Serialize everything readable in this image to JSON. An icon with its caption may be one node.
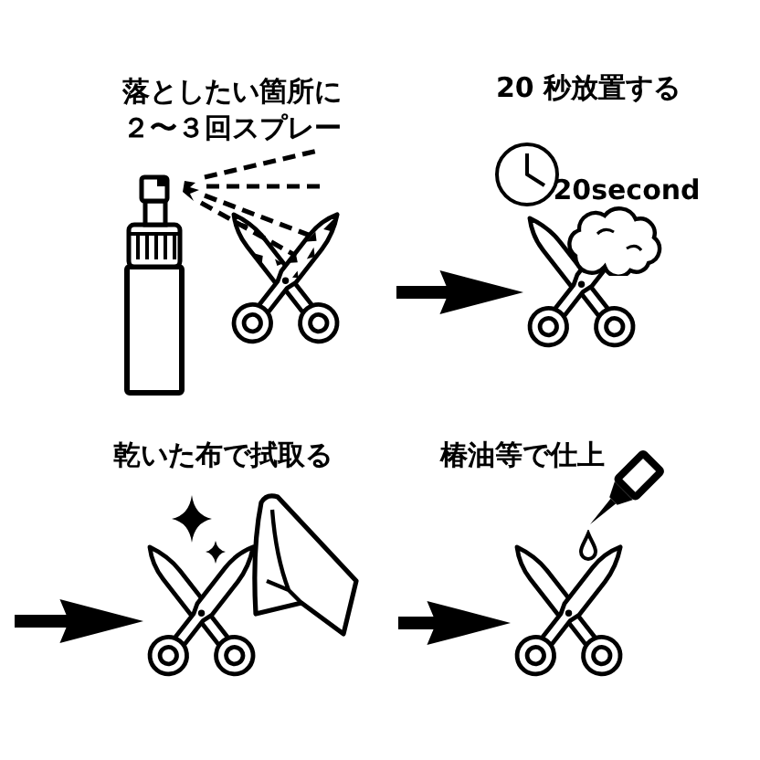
{
  "diagram": {
    "nodes": [
      {
        "text": [],
        "shape": "picture"
      },
      {
        "text": [],
        "shape": "picture"
      },
      {
        "text": [],
        "shape": "picture"
      },
      {
        "text": [],
        "shape": "picture"
      }
    ],
    "edges": [
      {
        "from": null,
        "to": 1,
        "arrow": "to"
      },
      {
        "from": null,
        "to": 2,
        "arrow": "to"
      },
      {
        "from": null,
        "to": 3,
        "arrow": "to"
      }
    ],
    "labels": [
      "落としたい箇所に２〜３回スプレー",
      "20 秒放置する",
      "20second",
      "乾いた布で拭取る",
      "椿油等で仕上"
    ]
  }
}
